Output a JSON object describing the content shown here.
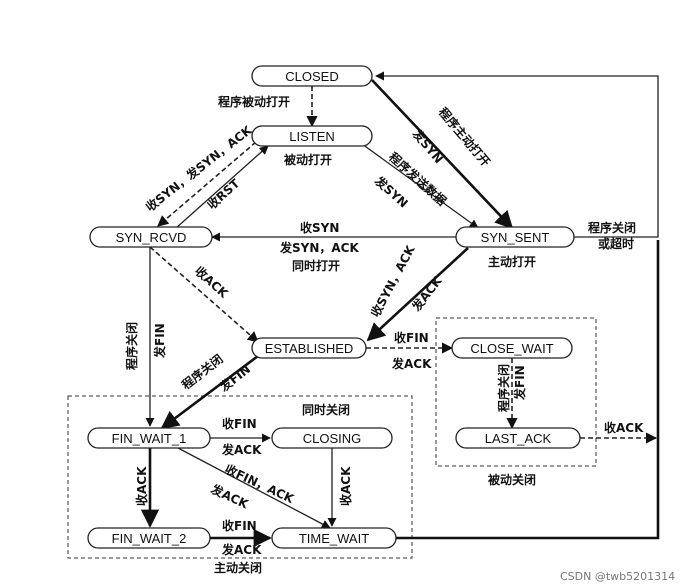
{
  "states": {
    "closed": "CLOSED",
    "listen": "LISTEN",
    "syn_rcvd": "SYN_RCVD",
    "syn_sent": "SYN_SENT",
    "established": "ESTABLISHED",
    "close_wait": "CLOSE_WAIT",
    "last_ack": "LAST_ACK",
    "fin_wait_1": "FIN_WAIT_1",
    "closing": "CLOSING",
    "fin_wait_2": "FIN_WAIT_2",
    "time_wait": "TIME_WAIT"
  },
  "labels": {
    "passive_open_program": "程序被动打开",
    "passive_open": "被动打开",
    "recv_syn_send_synack": "收SYN，发SYN，ACK",
    "recv_rst": "收RST",
    "active_open_program": "程序主动打开",
    "send_syn_1": "发SYN",
    "program_send_data": "程序发送数据",
    "send_syn_2": "发SYN",
    "program_close": "程序关闭",
    "or_timeout": "或超时",
    "recv_syn": "收SYN",
    "send_syn_ack": "发SYN，ACK",
    "simultaneous_open": "同时打开",
    "active_open": "主动打开",
    "recv_ack_1": "收ACK",
    "recv_synack_send_ack": "收SYN，ACK",
    "send_ack_1": "发ACK",
    "program_close_send_fin_1": "程序关闭",
    "send_fin_1": "发FIN",
    "program_close_2": "程序关闭",
    "send_fin_2": "发FIN",
    "recv_fin_1": "收FIN",
    "send_ack_2": "发ACK",
    "program_close_3": "程序关闭",
    "send_fin_3": "发FIN",
    "passive_close": "被动关闭",
    "recv_ack_2": "收ACK",
    "simultaneous_close": "同时关闭",
    "recv_fin_2": "收FIN",
    "send_ack_3": "发ACK",
    "recv_ack_3": "收ACK",
    "recv_finack": "收FIN，ACK",
    "send_ack_4": "发ACK",
    "recv_ack_4": "收ACK",
    "recv_fin_3": "收FIN",
    "send_ack_5": "发ACK",
    "active_close": "主动关闭"
  },
  "watermark": "CSDN @twb5201314"
}
